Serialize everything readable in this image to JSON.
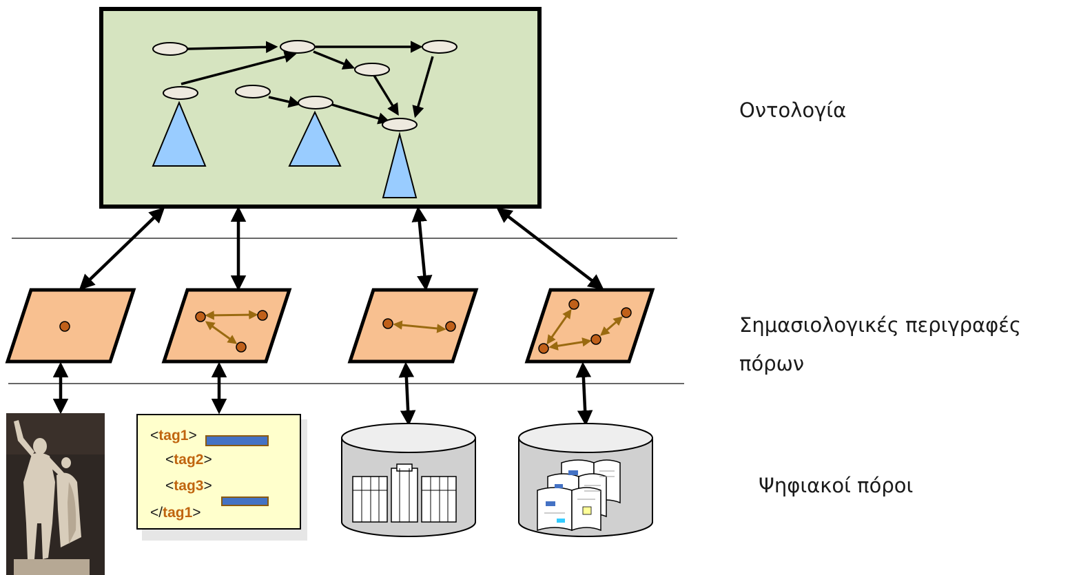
{
  "labels": {
    "ontology": "Οντολογία",
    "semantic_line1": "Σημασιολογικές περιγραφές",
    "semantic_line2": "πόρων",
    "digital": "Ψηφιακοί πόροι"
  },
  "xml_doc": {
    "lines": [
      {
        "open": "<",
        "tag": "tag1",
        "close": ">"
      },
      {
        "open": "<",
        "tag": "tag2",
        "close": ">"
      },
      {
        "open": "<",
        "tag": "tag3",
        "close": ">"
      },
      {
        "open": "</",
        "tag": "tag1",
        "close": ">"
      }
    ]
  },
  "colors": {
    "ontology_fill": "#d6e4c0",
    "ellipse_fill": "#eeeadf",
    "triangle_fill": "#99ccff",
    "description_fill": "#f8c090",
    "node_fill": "#c0601a",
    "inner_arrow": "#9a6a10",
    "xml_fill": "#ffffcc",
    "xml_tag": "#c0650f",
    "highlight_bar": "#4472c4",
    "db_fill": "#d0d0d0"
  }
}
